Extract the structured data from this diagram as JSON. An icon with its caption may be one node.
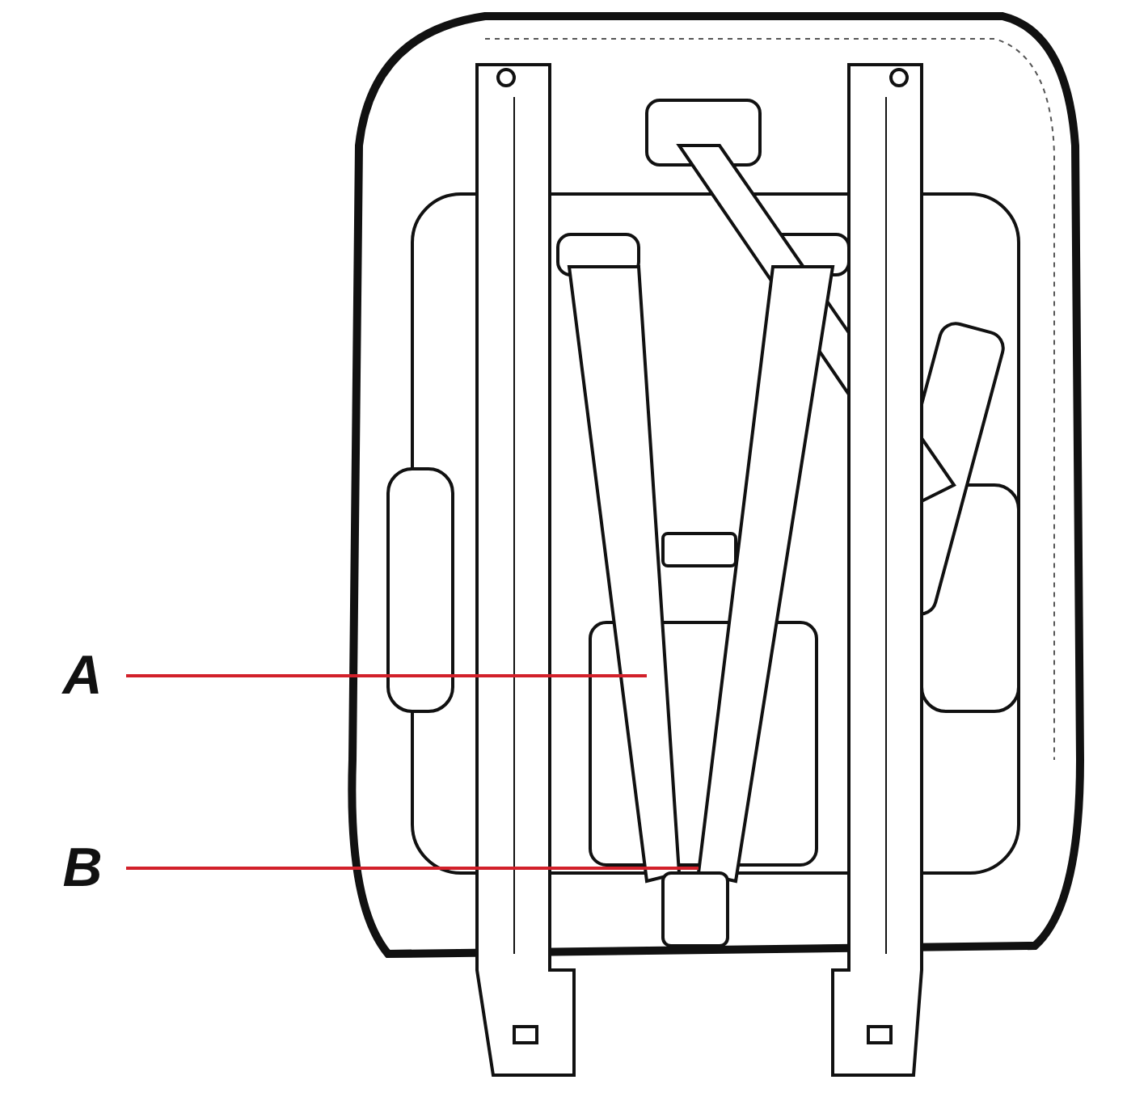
{
  "diagram": {
    "nodes": [
      {
        "text": [
          "A"
        ]
      },
      {
        "text": [
          "B"
        ]
      }
    ],
    "edges": [
      {
        "from": 0,
        "to": null,
        "arrow": "none"
      },
      {
        "from": 1,
        "to": null,
        "arrow": "none"
      }
    ]
  }
}
